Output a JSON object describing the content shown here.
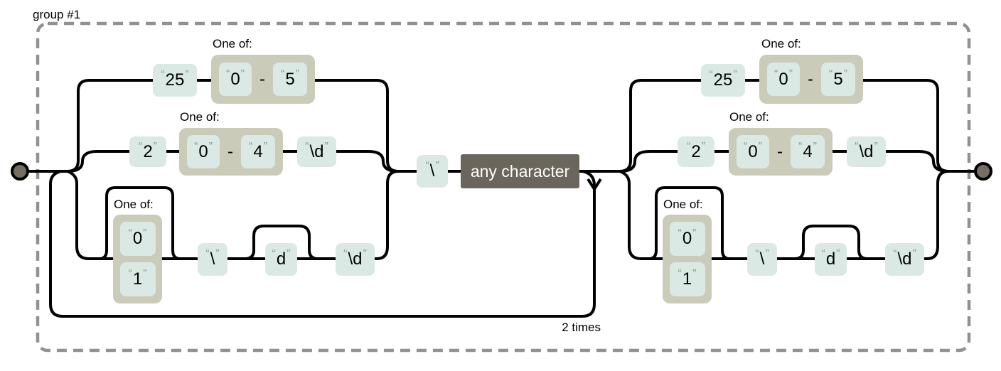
{
  "group": {
    "label": "group #1"
  },
  "repeat": {
    "label": "2 times"
  },
  "labels": {
    "one_of": "One of:",
    "range_dash": "-",
    "quote_open": "“",
    "quote_close": "”"
  },
  "nodes": {
    "lit_25": "25",
    "lit_2": "2",
    "range_low_0": "0",
    "range_high_5": "5",
    "range_high_4": "4",
    "escape_d": "\\d",
    "opt_0": "0",
    "opt_1": "1",
    "lit_backslash": "\\",
    "lit_d": "d",
    "any_character": "any character"
  },
  "colors": {
    "literal_box": "#dbe9e4",
    "charset_box": "#cbcbba",
    "any_character_box": "#6b665c",
    "rail_line": "#000000",
    "group_border": "#919191",
    "terminal_fill": "#756e62",
    "quote_text": "#8b9a94"
  }
}
